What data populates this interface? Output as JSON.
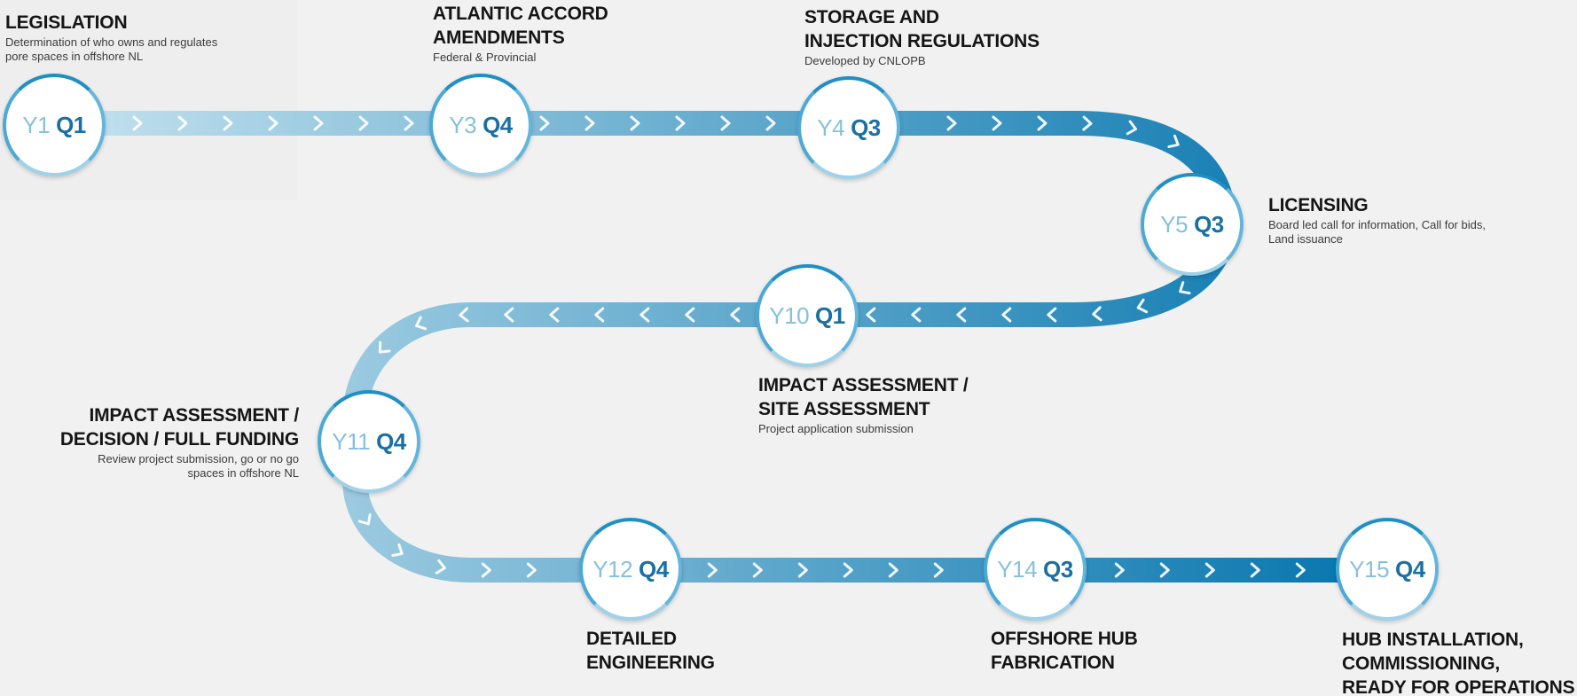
{
  "colors": {
    "background": "#f1f1f1",
    "road_start": "#c3e1ee",
    "road_end": "#0474ad",
    "chevron": "#ffffff",
    "year_text": "#88c0dc",
    "quarter_text": "#1a6fa3"
  },
  "milestones": [
    {
      "year": "Y1",
      "quarter": "Q1",
      "title": "LEGISLATION",
      "subtitle": "Determination of who owns and regulates\npore spaces in offshore NL"
    },
    {
      "year": "Y3",
      "quarter": "Q4",
      "title": "ATLANTIC ACCORD\nAMENDMENTS",
      "subtitle": "Federal & Provincial"
    },
    {
      "year": "Y4",
      "quarter": "Q3",
      "title": "STORAGE AND\nINJECTION REGULATIONS",
      "subtitle": "Developed by CNLOPB"
    },
    {
      "year": "Y5",
      "quarter": "Q3",
      "title": "LICENSING",
      "subtitle": "Board led call for information, Call for bids,\nLand issuance"
    },
    {
      "year": "Y10",
      "quarter": "Q1",
      "title": "IMPACT ASSESSMENT /\nSITE ASSESSMENT",
      "subtitle": "Project application submission"
    },
    {
      "year": "Y11",
      "quarter": "Q4",
      "title": "IMPACT ASSESSMENT /\nDECISION / FULL FUNDING",
      "subtitle": "Review project submission, go or no go\nspaces in offshore NL"
    },
    {
      "year": "Y12",
      "quarter": "Q4",
      "title": "DETAILED\nENGINEERING",
      "subtitle": ""
    },
    {
      "year": "Y14",
      "quarter": "Q3",
      "title": "OFFSHORE HUB\nFABRICATION",
      "subtitle": ""
    },
    {
      "year": "Y15",
      "quarter": "Q4",
      "title": "HUB INSTALLATION,\nCOMMISSIONING,\nREADY FOR OPERATIONS",
      "subtitle": ""
    }
  ]
}
